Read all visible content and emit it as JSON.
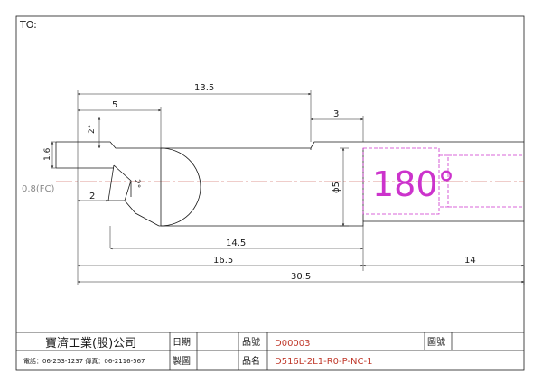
{
  "sheet": {
    "to_label": "TO:"
  },
  "dims": {
    "d13_5": "13.5",
    "d5": "5",
    "d3": "3",
    "d2deg_top": "2°",
    "d1_6": "1.6",
    "d0_8fc": "0.8(FC)",
    "d2": "2",
    "d2deg_mid": "2°",
    "dphi5": "ϕ5",
    "d14_5": "14.5",
    "d16_5": "16.5",
    "d14": "14",
    "d30_5": "30.5"
  },
  "angle_mark": "180°",
  "title_block": {
    "company": "寶濟工業(股)公司",
    "contact": "電話：06-253-1237  傳真：06-2116-567",
    "date_label": "日期",
    "drawn_label": "製圖",
    "part_no_label": "品號",
    "part_no": "D00003",
    "part_name_label": "品名",
    "part_name": "D516L-2L1-R0-P-NC-1",
    "drawing_no_label": "圖號"
  },
  "colors": {
    "line": "#1a1a1a",
    "centerline": "#c0392b",
    "magenta": "#cc33cc",
    "red_text": "#c0392b",
    "fc_gray": "#888888"
  }
}
